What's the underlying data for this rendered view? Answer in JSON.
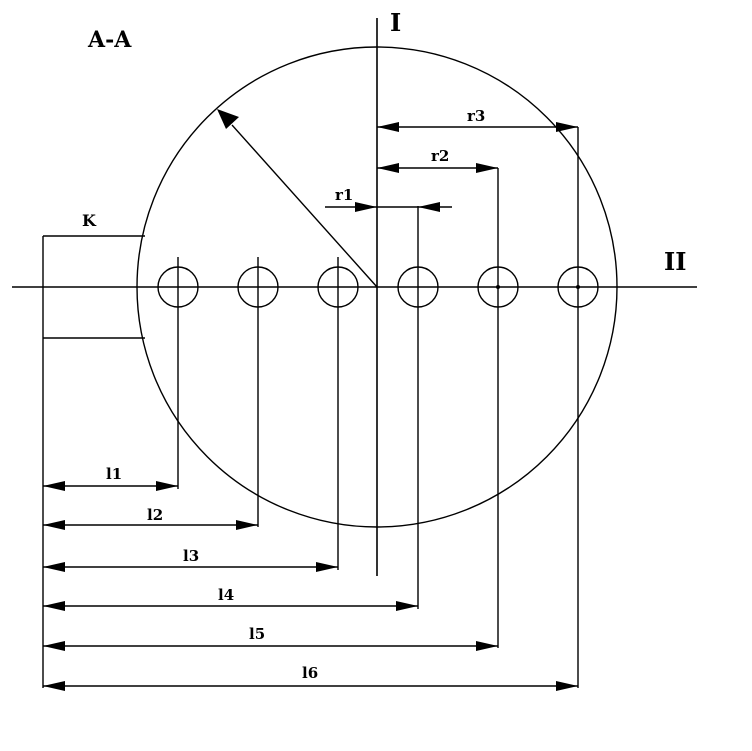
{
  "drawing": {
    "section_label": "A-A",
    "axis_vertical_label": "I",
    "axis_horizontal_label": "II",
    "k_label": "K",
    "radius_labels": {
      "r1": "r1",
      "r2": "r2",
      "r3": "r3"
    },
    "distance_labels": [
      "l1",
      "l2",
      "l3",
      "l4",
      "l5",
      "l6"
    ],
    "hole_count": 6,
    "colors": {
      "line": "#000000",
      "background": "#ffffff"
    }
  }
}
